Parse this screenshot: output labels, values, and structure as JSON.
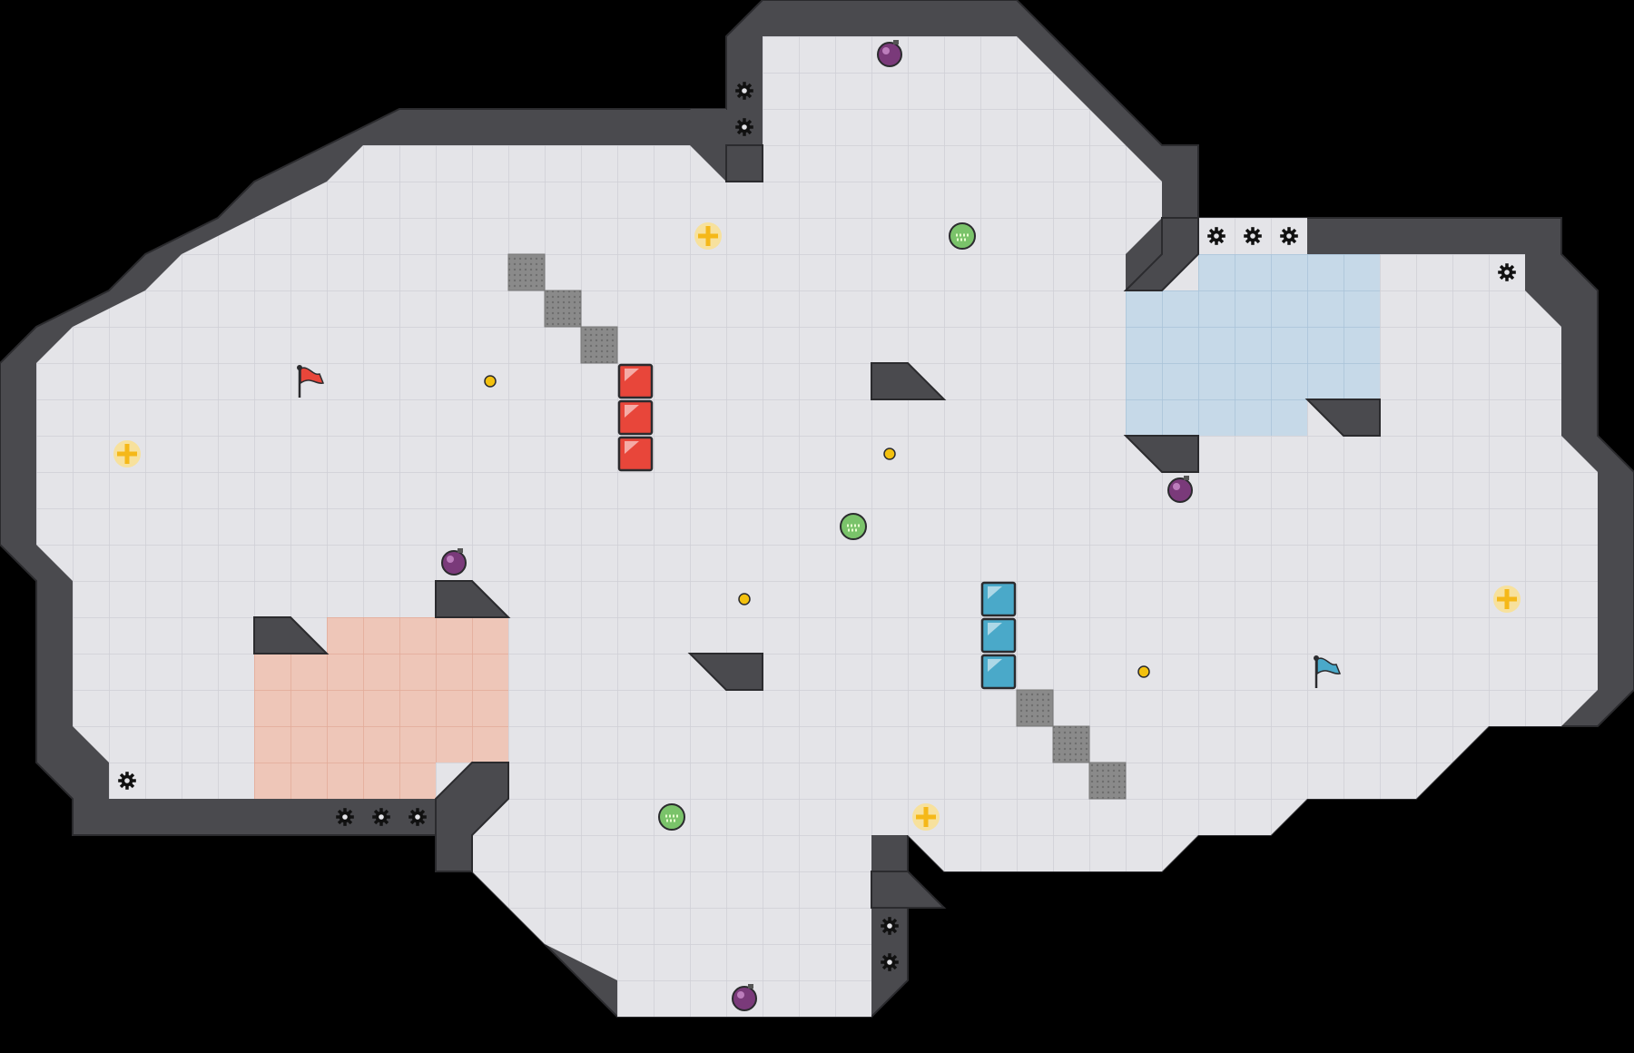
{
  "game": {
    "colors": {
      "background": "#000000",
      "floor": "#e4e4e8",
      "floor_grid": "#cfcfd6",
      "wall": "#4a4a4e",
      "wall_edge": "#2b2b2e",
      "red_zone": "#eec6b8",
      "blue_zone": "#c6d9e8",
      "red_team": "#e8463a",
      "blue_team": "#4aa9c9",
      "bomb": "#7a3a7a",
      "powerup_green": "#7ac36a",
      "speed_boost": "#f5c518",
      "small_boost": "#f3c10f",
      "gate_tile": "#9a9a9a"
    },
    "legend": {
      "flags": [
        {
          "team": "red",
          "icon": "red-flag-icon"
        },
        {
          "team": "blue",
          "icon": "blue-flag-icon"
        }
      ],
      "tiles": [
        "floor",
        "wall",
        "diagonal-wall",
        "red-endzone",
        "blue-endzone",
        "gate",
        "red-team-tile",
        "blue-team-tile",
        "bomb",
        "powerup",
        "boost",
        "spike",
        "small-boost"
      ]
    }
  }
}
